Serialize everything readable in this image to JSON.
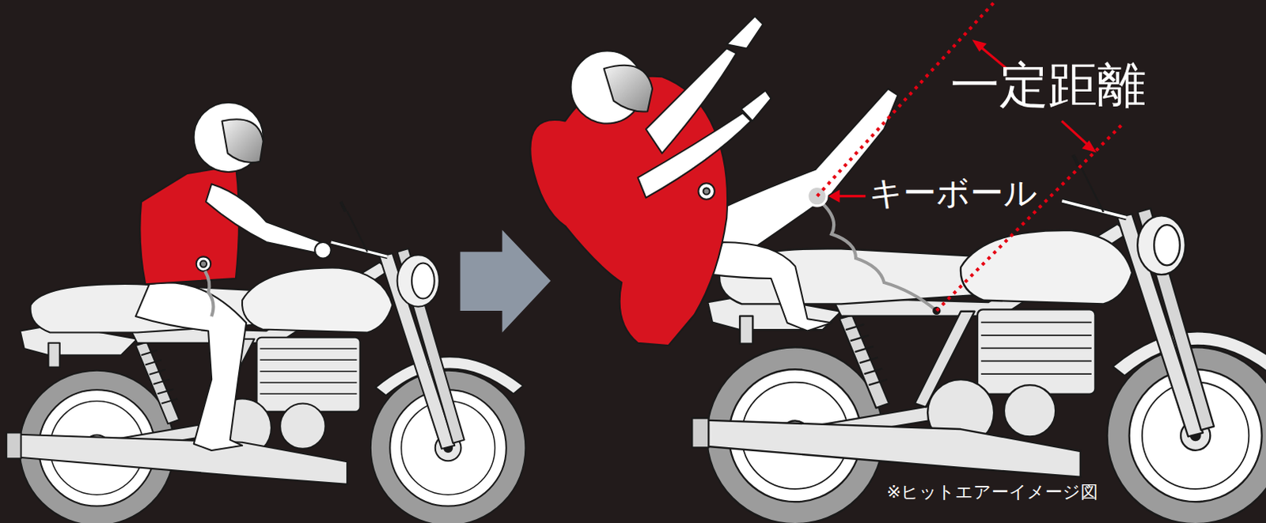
{
  "diagram": {
    "labels": [
      "一定距離",
      "キーボール",
      "※ヒットエアーイメージ図"
    ]
  }
}
